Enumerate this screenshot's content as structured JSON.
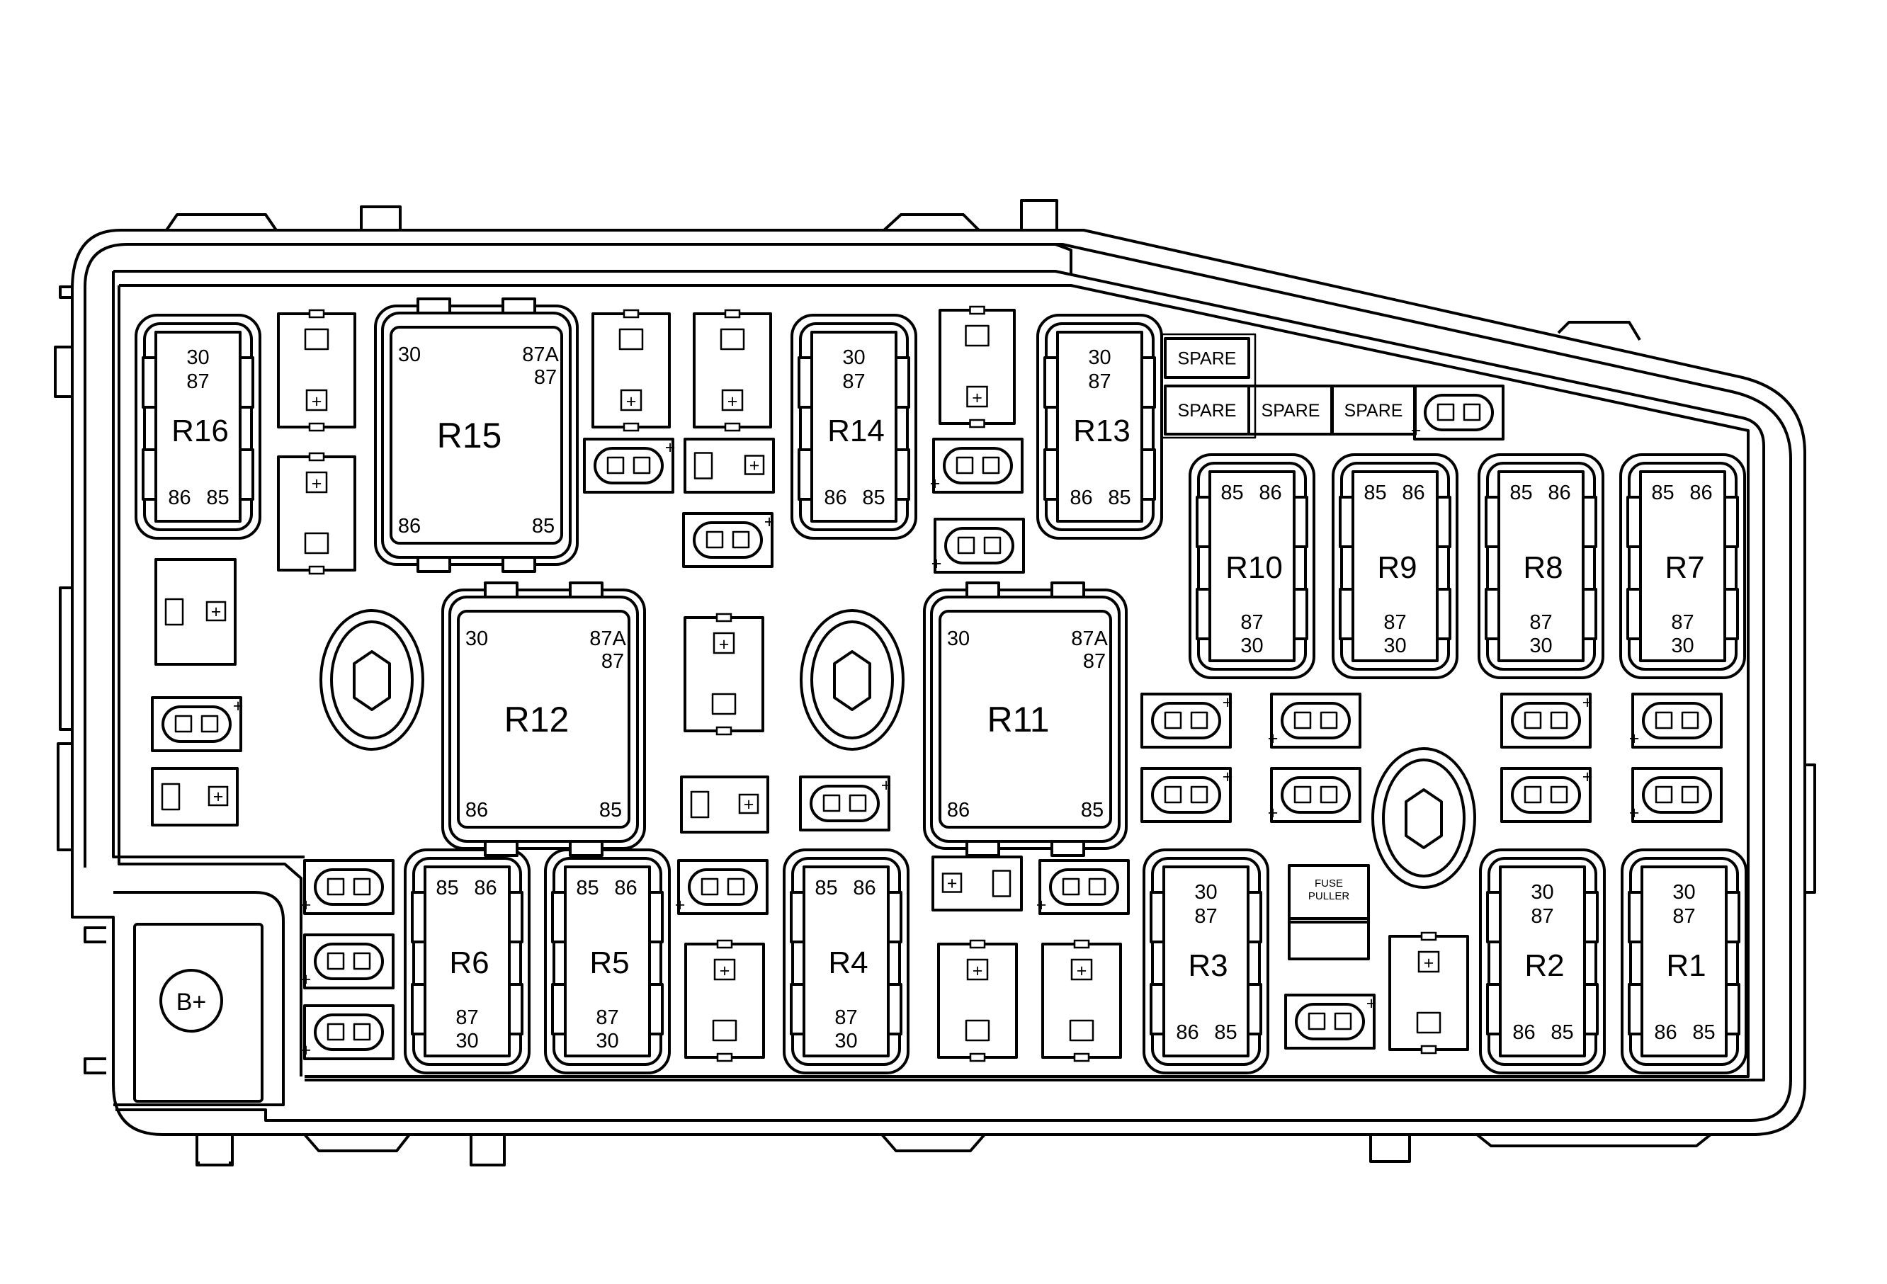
{
  "diagram": {
    "relays_small": [
      {
        "label": "R16",
        "pins": [
          "30",
          "87",
          "86",
          "85"
        ]
      },
      {
        "label": "R14",
        "pins": [
          "30",
          "87",
          "86",
          "85"
        ]
      },
      {
        "label": "R13",
        "pins": [
          "30",
          "87",
          "86",
          "85"
        ]
      },
      {
        "label": "R10",
        "pins": [
          "85",
          "86",
          "87",
          "30"
        ]
      },
      {
        "label": "R9",
        "pins": [
          "85",
          "86",
          "87",
          "30"
        ]
      },
      {
        "label": "R8",
        "pins": [
          "85",
          "86",
          "87",
          "30"
        ]
      },
      {
        "label": "R7",
        "pins": [
          "85",
          "86",
          "87",
          "30"
        ]
      },
      {
        "label": "R6",
        "pins": [
          "85",
          "86",
          "87",
          "30"
        ]
      },
      {
        "label": "R5",
        "pins": [
          "85",
          "86",
          "87",
          "30"
        ]
      },
      {
        "label": "R4",
        "pins": [
          "85",
          "86",
          "87",
          "30"
        ]
      },
      {
        "label": "R3",
        "pins": [
          "30",
          "87",
          "86",
          "85"
        ]
      },
      {
        "label": "R2",
        "pins": [
          "30",
          "87",
          "86",
          "85"
        ]
      },
      {
        "label": "R1",
        "pins": [
          "30",
          "87",
          "86",
          "85"
        ]
      }
    ],
    "relays_large": [
      {
        "label": "R15",
        "pins": [
          "30",
          "87A",
          "87",
          "86",
          "85"
        ]
      },
      {
        "label": "R12",
        "pins": [
          "30",
          "87A",
          "87",
          "86",
          "85"
        ]
      },
      {
        "label": "R11",
        "pins": [
          "30",
          "87A",
          "87",
          "86",
          "85"
        ]
      }
    ],
    "spare_label": "SPARE",
    "fuse_puller": [
      "FUSE",
      "PULLER"
    ],
    "battery_terminal": "B+",
    "plus_mark": "+"
  }
}
